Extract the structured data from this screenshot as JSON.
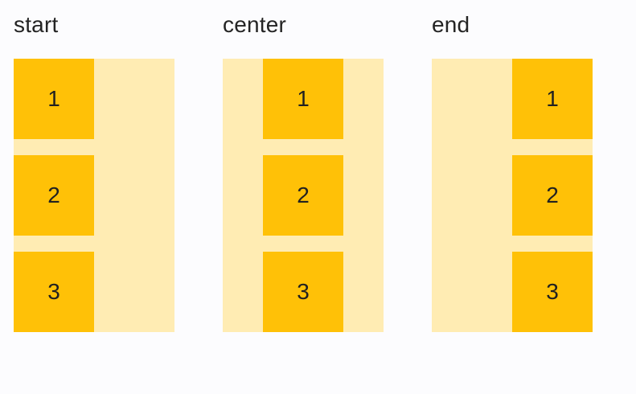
{
  "figure": {
    "columns": [
      {
        "label": "start",
        "alignment": "start",
        "items": [
          "1",
          "2",
          "3"
        ]
      },
      {
        "label": "center",
        "alignment": "center",
        "items": [
          "1",
          "2",
          "3"
        ]
      },
      {
        "label": "end",
        "alignment": "end",
        "items": [
          "1",
          "2",
          "3"
        ]
      }
    ],
    "colors": {
      "background": "#fcfcfe",
      "track": "#ffecb3",
      "item": "#ffc107",
      "label_text": "#242424",
      "item_text": "#212121"
    }
  }
}
